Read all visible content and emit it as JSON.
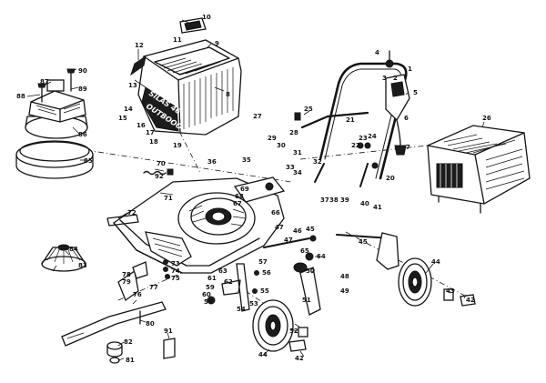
{
  "brand_panel": [
    "SILAS 46",
    "OUTBOOO"
  ],
  "callouts": [
    {
      "id": "c10",
      "label": "10"
    },
    {
      "id": "c11",
      "label": "11"
    },
    {
      "id": "c12",
      "label": "12"
    },
    {
      "id": "c9",
      "label": "9"
    },
    {
      "id": "c13",
      "label": "13"
    },
    {
      "id": "c8",
      "label": "8"
    },
    {
      "id": "c14",
      "label": "14"
    },
    {
      "id": "c15",
      "label": "15"
    },
    {
      "id": "c16",
      "label": "16"
    },
    {
      "id": "c17",
      "label": "17"
    },
    {
      "id": "c18",
      "label": "18"
    },
    {
      "id": "c19",
      "label": "19"
    },
    {
      "id": "c90",
      "label": "90"
    },
    {
      "id": "c89",
      "label": "89"
    },
    {
      "id": "c88",
      "label": "88"
    },
    {
      "id": "c87",
      "label": "87"
    },
    {
      "id": "c86",
      "label": "86"
    },
    {
      "id": "c85",
      "label": "85"
    },
    {
      "id": "c27",
      "label": "27"
    },
    {
      "id": "c28",
      "label": "28"
    },
    {
      "id": "c29",
      "label": "29"
    },
    {
      "id": "c30",
      "label": "30"
    },
    {
      "id": "c31",
      "label": "31"
    },
    {
      "id": "c32",
      "label": "32"
    },
    {
      "id": "c33",
      "label": "33"
    },
    {
      "id": "c34",
      "label": "34"
    },
    {
      "id": "c35",
      "label": "35"
    },
    {
      "id": "c36",
      "label": "36"
    },
    {
      "id": "c37",
      "label": "37"
    },
    {
      "id": "c38",
      "label": "38"
    },
    {
      "id": "c39",
      "label": "39"
    },
    {
      "id": "c40",
      "label": "40"
    },
    {
      "id": "c41",
      "label": "41"
    },
    {
      "id": "c25",
      "label": "25"
    },
    {
      "id": "c21",
      "label": "21"
    },
    {
      "id": "c22",
      "label": "22"
    },
    {
      "id": "c23",
      "label": "23"
    },
    {
      "id": "c24",
      "label": "24"
    },
    {
      "id": "c20",
      "label": "20"
    },
    {
      "id": "c4",
      "label": "4"
    },
    {
      "id": "c3",
      "label": "3"
    },
    {
      "id": "c2",
      "label": "2"
    },
    {
      "id": "c1",
      "label": "1"
    },
    {
      "id": "c5",
      "label": "5"
    },
    {
      "id": "c6",
      "label": "6"
    },
    {
      "id": "c7",
      "label": "7"
    },
    {
      "id": "c26",
      "label": "26"
    },
    {
      "id": "c70",
      "label": "70"
    },
    {
      "id": "c92",
      "label": "92"
    },
    {
      "id": "c71",
      "label": "71"
    },
    {
      "id": "c69",
      "label": "69"
    },
    {
      "id": "c68",
      "label": "68"
    },
    {
      "id": "c67",
      "label": "67"
    },
    {
      "id": "c66",
      "label": "66"
    },
    {
      "id": "c72",
      "label": "72"
    },
    {
      "id": "c73",
      "label": "73"
    },
    {
      "id": "c74",
      "label": "74"
    },
    {
      "id": "c75",
      "label": "75"
    },
    {
      "id": "c76",
      "label": "76"
    },
    {
      "id": "c77",
      "label": "77"
    },
    {
      "id": "c78",
      "label": "78"
    },
    {
      "id": "c79",
      "label": "79"
    },
    {
      "id": "c80",
      "label": "80"
    },
    {
      "id": "c81",
      "label": "81"
    },
    {
      "id": "c82",
      "label": "82"
    },
    {
      "id": "c83",
      "label": "83"
    },
    {
      "id": "c84",
      "label": "84"
    },
    {
      "id": "c91",
      "label": "91"
    },
    {
      "id": "c42",
      "label": "42"
    },
    {
      "id": "c43",
      "label": "43"
    },
    {
      "id": "c44",
      "label": "44"
    },
    {
      "id": "c45",
      "label": "45"
    },
    {
      "id": "c46",
      "label": "46"
    },
    {
      "id": "c47",
      "label": "47"
    },
    {
      "id": "c48",
      "label": "48"
    },
    {
      "id": "c49",
      "label": "49"
    },
    {
      "id": "c50",
      "label": "50"
    },
    {
      "id": "c51",
      "label": "51"
    },
    {
      "id": "c52",
      "label": "52"
    },
    {
      "id": "c53",
      "label": "53"
    },
    {
      "id": "c54",
      "label": "54"
    },
    {
      "id": "c55",
      "label": "55"
    },
    {
      "id": "c56",
      "label": "56"
    },
    {
      "id": "c57",
      "label": "57"
    },
    {
      "id": "c58",
      "label": "58"
    },
    {
      "id": "c59",
      "label": "59"
    },
    {
      "id": "c60",
      "label": "60"
    },
    {
      "id": "c61",
      "label": "61"
    },
    {
      "id": "c62",
      "label": "62"
    },
    {
      "id": "c63",
      "label": "63"
    },
    {
      "id": "c64",
      "label": "64"
    },
    {
      "id": "c65",
      "label": "65"
    },
    {
      "id": "c42b",
      "label": "42"
    },
    {
      "id": "c44b",
      "label": "44"
    },
    {
      "id": "c45b",
      "label": "45"
    },
    {
      "id": "c47b",
      "label": "47"
    }
  ]
}
